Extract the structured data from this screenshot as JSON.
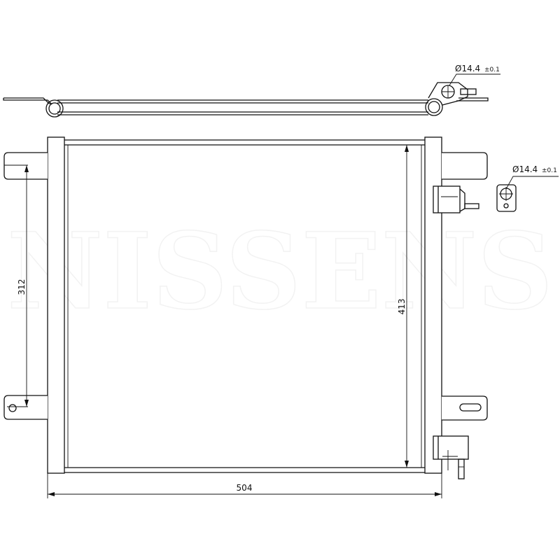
{
  "watermark": "NISSENS",
  "dimensions": {
    "mount_spacing": "312",
    "core_height": "413",
    "overall_width": "504",
    "pipe_diameter_top": "Ø14.4",
    "pipe_tolerance_top": "±0.1",
    "pipe_diameter_side": "Ø14.4",
    "pipe_tolerance_side": "±0.1"
  }
}
